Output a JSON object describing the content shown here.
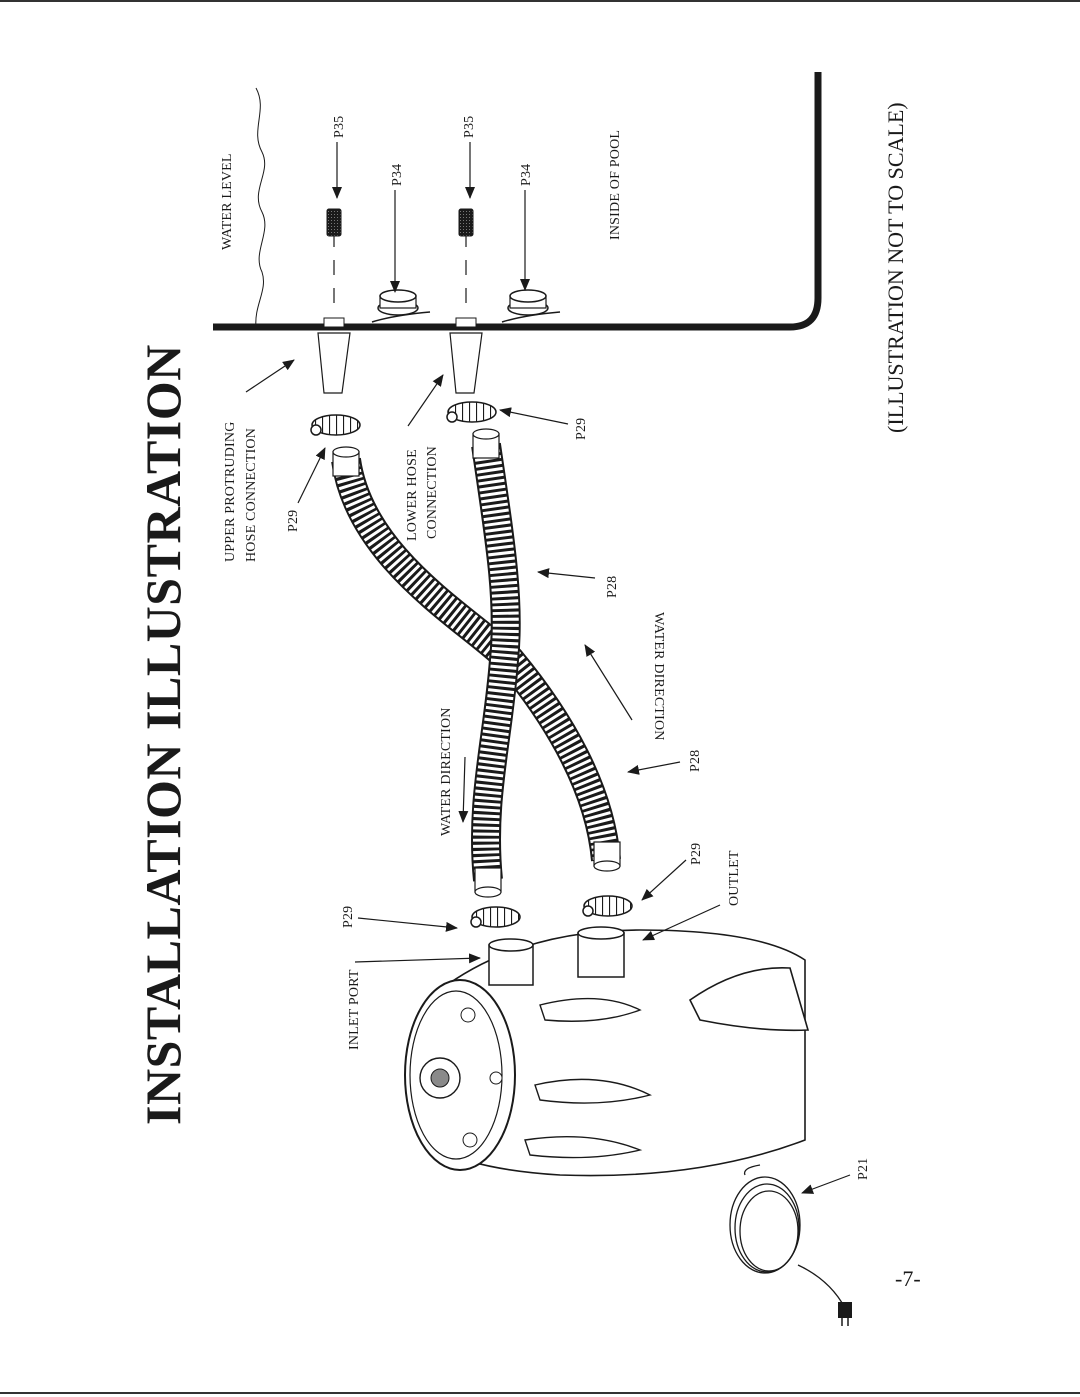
{
  "title": "INSTALLATION ILLUSTRATION",
  "scale_note": "(ILLUSTRATION NOT TO SCALE)",
  "page_number": "-7-",
  "labels": {
    "water_level": "WATER LEVEL",
    "inside_of_pool": "INSIDE OF POOL",
    "upper_connection_line1": "UPPER PROTRUDING",
    "upper_connection_line2": "HOSE CONNECTION",
    "lower_connection_line1": "LOWER HOSE",
    "lower_connection_line2": "CONNECTION",
    "water_direction_in": "WATER DIRECTION",
    "water_direction_out": "WATER DIRECTION",
    "inlet_port": "INLET PORT",
    "outlet": "OUTLET"
  },
  "parts": {
    "p35_upper": "P35",
    "p35_lower": "P35",
    "p34_upper": "P34",
    "p34_lower": "P34",
    "p29_upper": "P29",
    "p29_lower": "P29",
    "p29_inlet": "P29",
    "p29_outlet": "P29",
    "p28_upper": "P28",
    "p28_lower": "P28",
    "p21": "P21"
  },
  "colors": {
    "ink": "#1a1a1a",
    "pump_shade": "#8a8a8a",
    "rule": "#333333"
  },
  "icons": [
    "strainer-icon",
    "fitting-icon",
    "hose-clamp-icon",
    "hose-icon",
    "filter-pump-icon",
    "power-cord-icon",
    "plug-icon"
  ]
}
